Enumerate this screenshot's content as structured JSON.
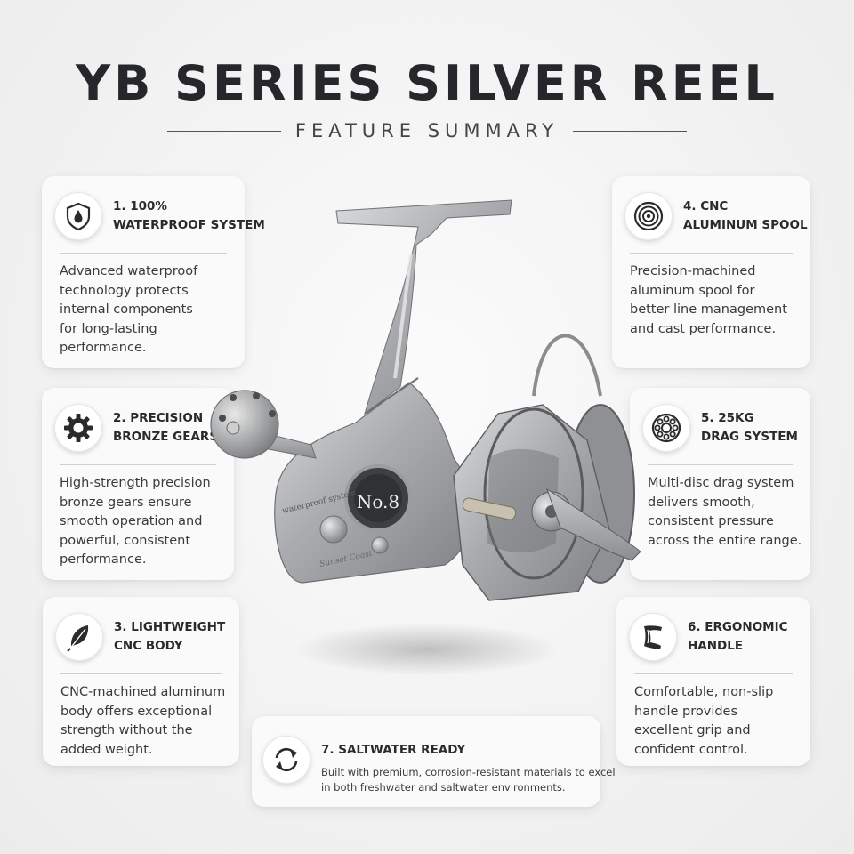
{
  "header": {
    "title": "YB SERIES SILVER REEL",
    "subtitle": "FEATURE SUMMARY"
  },
  "reel": {
    "dial_label": "No.8",
    "body_text": "waterproof system",
    "script_text": "Sunset Coast"
  },
  "features": [
    {
      "icon": "water-drop-shield-icon",
      "title_lines": [
        "1. 100%",
        "WATERPROOF SYSTEM"
      ],
      "text_lines": [
        "Advanced waterproof",
        "technology protects",
        "internal components",
        "for long-lasting",
        "performance."
      ]
    },
    {
      "icon": "gear-icon",
      "title_lines": [
        "2. PRECISION",
        "BRONZE GEARS"
      ],
      "text_lines": [
        "High-strength precision",
        "bronze gears ensure",
        "smooth operation and",
        "powerful, consistent",
        "performance."
      ]
    },
    {
      "icon": "feather-icon",
      "title_lines": [
        "3. LIGHTWEIGHT",
        "CNC BODY"
      ],
      "text_lines": [
        "CNC-machined aluminum",
        "body offers exceptional",
        "strength without the",
        "added weight."
      ]
    },
    {
      "icon": "spool-icon",
      "title_lines": [
        "4. CNC",
        "ALUMINUM SPOOL"
      ],
      "text_lines": [
        "Precision-machined",
        "aluminum spool for",
        "better line management",
        "and cast performance."
      ]
    },
    {
      "icon": "drag-bearing-icon",
      "title_lines": [
        "5. 25KG",
        "DRAG SYSTEM"
      ],
      "text_lines": [
        "Multi-disc drag system",
        "delivers smooth,",
        "consistent pressure",
        "across the entire range."
      ]
    },
    {
      "icon": "handle-knob-icon",
      "title_lines": [
        "6. ERGONOMIC",
        "HANDLE"
      ],
      "text_lines": [
        "Comfortable, non-slip",
        "handle provides",
        "excellent grip and",
        "confident control."
      ]
    },
    {
      "icon": "saltwater-cycle-icon",
      "title_lines": [
        "7. SALTWATER READY"
      ],
      "text_lines": [
        "Built with premium, corrosion-resistant materials to excel",
        "in both freshwater and saltwater environments."
      ]
    }
  ]
}
